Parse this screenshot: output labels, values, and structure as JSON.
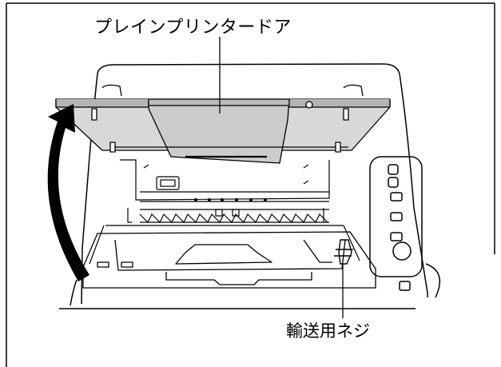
{
  "labels": {
    "door": "プレインプリンタードア",
    "screw": "輸送用ネジ"
  },
  "colors": {
    "line": "#000000",
    "door_fill": "#d8d8d8",
    "door_shadow": "#b4b4b4",
    "arrow": "#000000",
    "background": "#ffffff"
  },
  "icons": [
    "open-direction-arrow",
    "transport-screw"
  ]
}
